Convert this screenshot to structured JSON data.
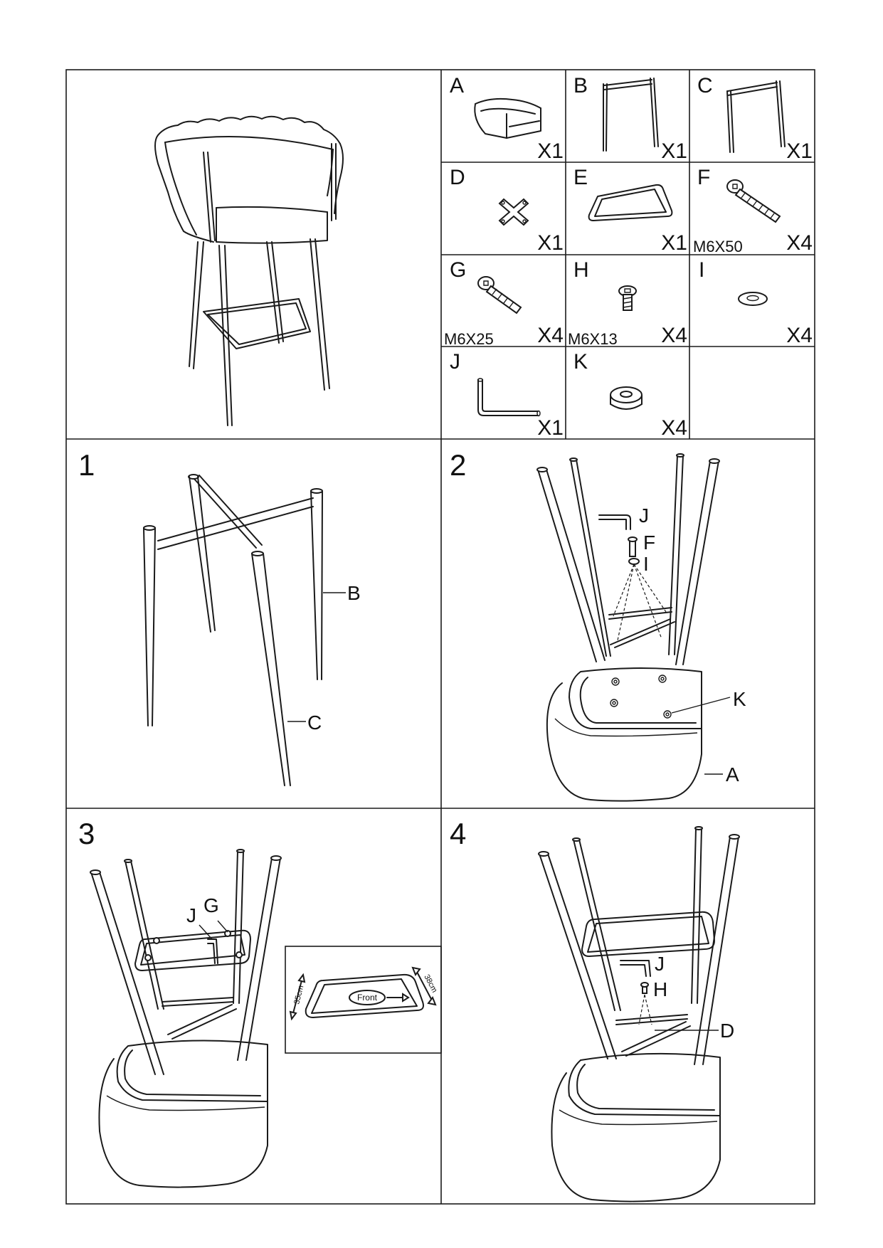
{
  "parts": [
    {
      "letter": "A",
      "qty": "X1",
      "spec": ""
    },
    {
      "letter": "B",
      "qty": "X1",
      "spec": ""
    },
    {
      "letter": "C",
      "qty": "X1",
      "spec": ""
    },
    {
      "letter": "D",
      "qty": "X1",
      "spec": ""
    },
    {
      "letter": "E",
      "qty": "X1",
      "spec": ""
    },
    {
      "letter": "F",
      "qty": "X4",
      "spec": "M6X50"
    },
    {
      "letter": "G",
      "qty": "X4",
      "spec": "M6X25"
    },
    {
      "letter": "H",
      "qty": "X4",
      "spec": "M6X13"
    },
    {
      "letter": "I",
      "qty": "X4",
      "spec": ""
    },
    {
      "letter": "J",
      "qty": "X1",
      "spec": ""
    },
    {
      "letter": "K",
      "qty": "X4",
      "spec": ""
    }
  ],
  "steps": [
    {
      "number": "1",
      "callouts": [
        "B",
        "C"
      ]
    },
    {
      "number": "2",
      "callouts": [
        "J",
        "F",
        "I",
        "K",
        "A"
      ]
    },
    {
      "number": "3",
      "callouts": [
        "J",
        "G"
      ],
      "inset": {
        "front": "Front",
        "dim_left": "35cm",
        "dim_right": "38cm"
      }
    },
    {
      "number": "4",
      "callouts": [
        "J",
        "H",
        "D"
      ]
    }
  ]
}
